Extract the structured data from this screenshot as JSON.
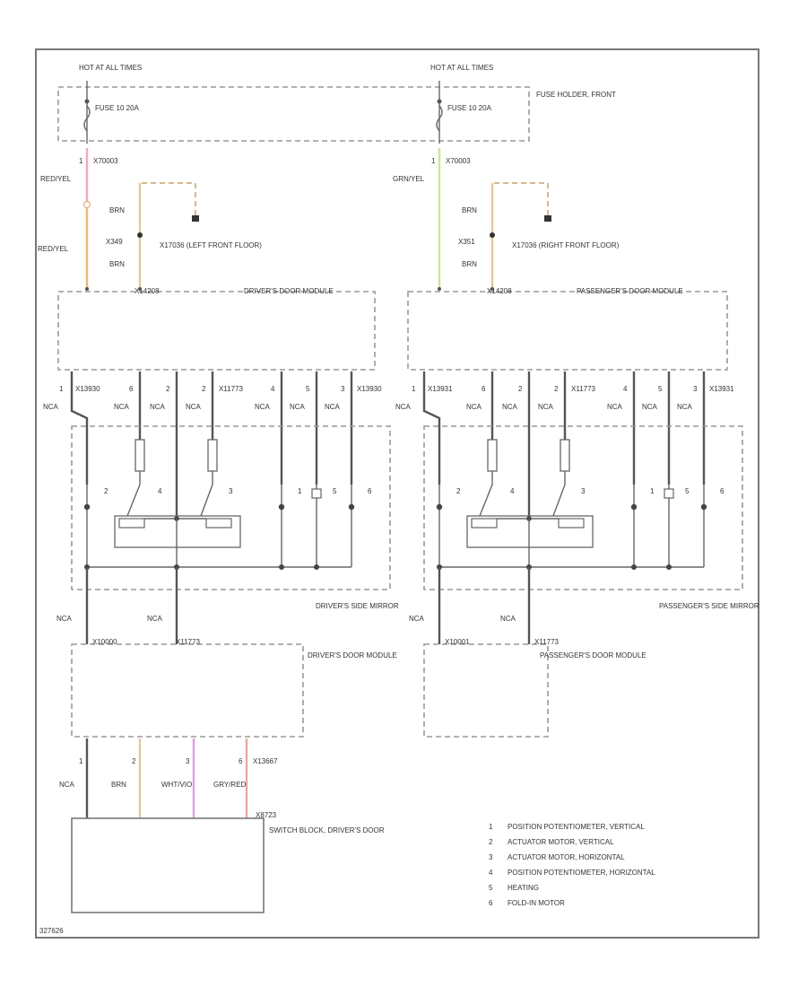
{
  "colors": {
    "pink": "#f5a5c8",
    "orange": "#f4b57a",
    "green": "#cbe88c",
    "brn": "#e7c79a",
    "brn_dash": "#d7b98e",
    "wht_vio": "#e69ae6",
    "gry_red": "#e8a6a6",
    "wire": "#555555"
  },
  "fuse": {
    "hot_label": "HOT AT ALL TIMES",
    "fuse_left": "FUSE 10 20A",
    "fuse_right": "FUSE 10 20A",
    "holder_label": "FUSE HOLDER, FRONT",
    "conn_left": "X70003",
    "conn_right": "X70003",
    "pin_left": "1",
    "pin_right": "1"
  },
  "left": {
    "feed_wire_top": "RED/YEL",
    "feed_wire_bottom": "RED/YEL",
    "ground_top_wire": "BRN",
    "ground_splice": "X349",
    "ground_bottom_wire": "BRN",
    "ground_label": "X17036 (LEFT FRONT FLOOR)",
    "module_conn": "X14208",
    "module_title": "DRIVER'S DOOR MODULE",
    "conn_a": "X13930",
    "conn_b": "X11773",
    "pins": [
      "1",
      "6",
      "2",
      "2",
      "4",
      "5",
      "3"
    ],
    "nca": [
      "NCA",
      "NCA",
      "NCA",
      "NCA",
      "NCA",
      "NCA",
      "NCA"
    ],
    "mirror_title": "DRIVER'S SIDE MIRROR",
    "circled": [
      "2",
      "4",
      "3",
      "1",
      "5",
      "6"
    ],
    "lower_conn_a": "X10000",
    "lower_conn_b": "X11773",
    "lower_nca_a": "NCA",
    "lower_nca_b": "NCA",
    "lower_title": "DRIVER'S DOOR MODULE"
  },
  "right": {
    "feed_wire": "GRN/YEL",
    "ground_top_wire": "BRN",
    "ground_splice": "X351",
    "ground_bottom_wire": "BRN",
    "ground_label": "X17036 (RIGHT FRONT FLOOR)",
    "module_conn": "X14208",
    "module_title": "PASSENGER'S DOOR MODULE",
    "conn_a": "X13931",
    "conn_b": "X11773",
    "pins": [
      "1",
      "6",
      "2",
      "2",
      "4",
      "5",
      "3"
    ],
    "nca": [
      "NCA",
      "NCA",
      "NCA",
      "NCA",
      "NCA",
      "NCA",
      "NCA"
    ],
    "mirror_title": "PASSENGER'S SIDE MIRROR",
    "circled": [
      "2",
      "4",
      "3",
      "1",
      "5",
      "6"
    ],
    "lower_conn_a": "X10001",
    "lower_conn_b": "X11773",
    "lower_nca_a": "NCA",
    "lower_nca_b": "NCA",
    "lower_title": "PASSENGER'S DOOR MODULE"
  },
  "switch": {
    "pins": [
      "1",
      "2",
      "3",
      "6"
    ],
    "wires": [
      "NCA",
      "BRN",
      "WHT/VIO",
      "GRY/RED"
    ],
    "conn_top": "X13667",
    "conn": "X8723",
    "title": "SWITCH BLOCK, DRIVER'S DOOR"
  },
  "legend": [
    {
      "num": "1",
      "text": "POSITION POTENTIOMETER, VERTICAL"
    },
    {
      "num": "2",
      "text": "ACTUATOR MOTOR, VERTICAL"
    },
    {
      "num": "3",
      "text": "ACTUATOR MOTOR, HORIZONTAL"
    },
    {
      "num": "4",
      "text": "POSITION POTENTIOMETER, HORIZONTAL"
    },
    {
      "num": "5",
      "text": "HEATING"
    },
    {
      "num": "6",
      "text": "FOLD-IN MOTOR"
    }
  ],
  "figure_id": "327626"
}
